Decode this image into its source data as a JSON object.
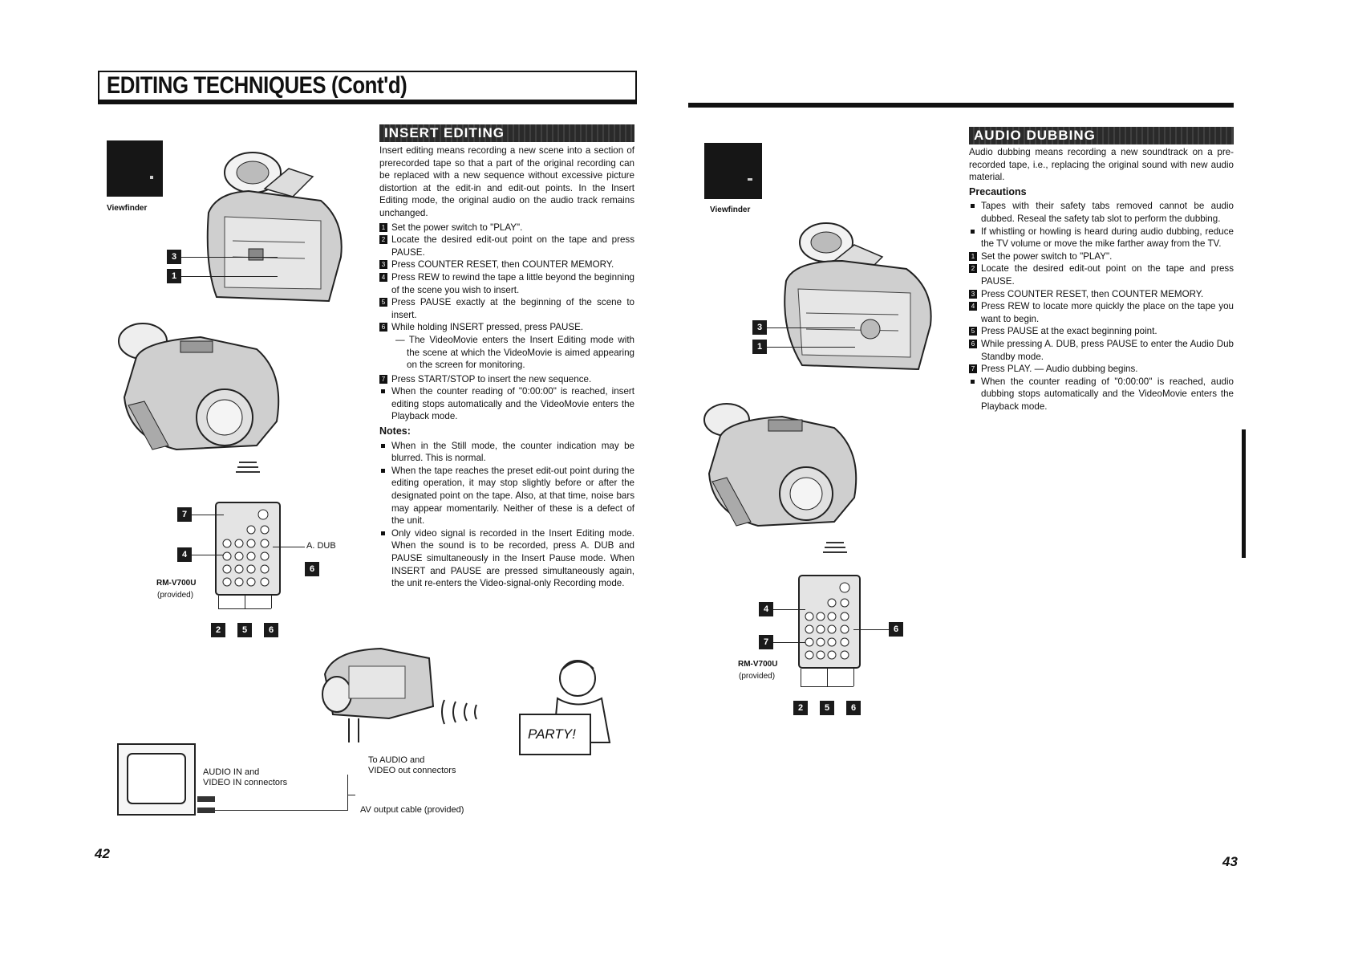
{
  "header": {
    "title": "EDITING TECHNIQUES (Cont'd)"
  },
  "insert": {
    "heading": "INSERT EDITING",
    "intro": "Insert editing means recording a new scene into a section of prerecorded tape so that a part of the original recording can be replaced with a new sequence without excessive picture distortion at the edit-in and edit-out points. In the Insert Editing mode, the original audio on the audio track remains unchanged.",
    "steps": [
      "Set the power switch to \"PLAY\".",
      "Locate the desired edit-out point on the tape and press PAUSE.",
      "Press COUNTER RESET, then COUNTER MEMORY.",
      "Press REW to rewind the tape a little beyond the beginning of the scene you wish to insert.",
      "Press PAUSE exactly at the beginning of the scene to insert.",
      "While holding INSERT pressed, press PAUSE.",
      "Press START/STOP to insert the new sequence."
    ],
    "step6_note": "— The VideoMovie enters the Insert Editing mode with the scene at which the VideoMovie is aimed appearing on the screen for monitoring.",
    "counter_bullet": "When the counter reading of \"0:00:00\" is reached, insert editing stops automatically and the VideoMovie enters the Playback mode.",
    "notes_heading": "Notes:",
    "notes": [
      "When in the Still mode, the counter indication may be blurred. This is normal.",
      "When the tape reaches the preset edit-out point during the editing operation, it may stop slightly before or after the designated point on the tape. Also, at that time, noise bars may appear momentarily. Neither of these is a defect of the unit.",
      "Only video signal is recorded in the Insert Editing mode. When the sound is to be recorded, press A. DUB and PAUSE simultaneously in the Insert Pause mode. When INSERT and PAUSE are pressed simultaneously again, the unit re-enters the Video-signal-only Recording mode."
    ]
  },
  "audio": {
    "heading": "AUDIO DUBBING",
    "intro": "Audio dubbing means recording a new soundtrack on a pre-recorded tape, i.e., replacing the original sound with new audio material.",
    "precautions_heading": "Precautions",
    "precautions": [
      "Tapes with their safety tabs removed cannot be audio dubbed. Reseal the safety tab slot to perform the dubbing.",
      "If whistling or howling is heard during audio dubbing, reduce the TV volume or move the mike farther away from the TV."
    ],
    "steps": [
      "Set the power switch to \"PLAY\".",
      "Locate the desired edit-out point on the tape and press PAUSE.",
      "Press COUNTER RESET, then COUNTER MEMORY.",
      "Press REW to locate more quickly the place on the tape you want to begin.",
      "Press PAUSE at the exact beginning point.",
      "While pressing A. DUB, press PAUSE to enter the Audio Dub Standby mode.",
      "Press PLAY. — Audio dubbing begins."
    ],
    "counter_bullet": "When the counter reading of \"0:00:00\" is reached, audio dubbing stops automatically and the VideoMovie enters the Playback mode."
  },
  "figures": {
    "viewfinder": "Viewfinder",
    "remote_model": "RM-V700U",
    "remote_provided": "(provided)",
    "a_dub": "A. DUB",
    "party": "PARTY!",
    "audio_in": "AUDIO IN and",
    "video_in": "VIDEO IN connectors",
    "to_audio": "To AUDIO and",
    "video_out": "VIDEO out connectors",
    "cable": "AV output cable (provided)"
  },
  "pages": {
    "left": "42",
    "right": "43"
  }
}
